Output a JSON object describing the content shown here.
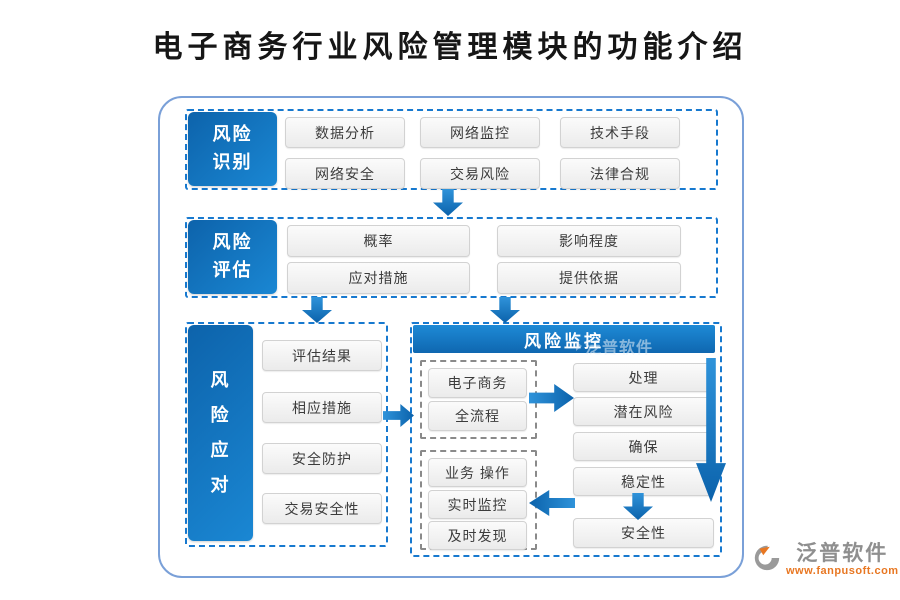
{
  "title": "电子商务行业风险管理模块的功能介绍",
  "sections": {
    "identify": {
      "label": [
        "风险",
        "识别"
      ],
      "items": [
        "数据分析",
        "网络监控",
        "技术手段",
        "网络安全",
        "交易风险",
        "法律合规"
      ]
    },
    "assess": {
      "label": [
        "风险",
        "评估"
      ],
      "items": [
        "概率",
        "影响程度",
        "应对措施",
        "提供依据"
      ]
    },
    "respond": {
      "label": [
        "风",
        "险",
        "应",
        "对"
      ],
      "items": [
        "评估结果",
        "相应措施",
        "安全防护",
        "交易安全性"
      ]
    },
    "monitor": {
      "title": "风险监控",
      "watermark": "泛普软件",
      "group1": [
        "电子商务",
        "全流程"
      ],
      "chain": [
        "处理",
        "潜在风险",
        "确保",
        "稳定性"
      ],
      "result": "安全性",
      "group2": [
        "业务 操作",
        "实时监控",
        "及时发现"
      ]
    }
  },
  "branding": {
    "name": "泛普软件",
    "url": "www.fanpusoft.com"
  },
  "colors": {
    "accent_blue": "#1779cf",
    "label_gradient_start": "#0d63ab",
    "label_gradient_end": "#1a87d3",
    "frame_border": "#7aa0d8",
    "gray_dash": "#8a8a8a",
    "node_border": "#d2d2d2",
    "brand_gray": "#8f8f8f",
    "brand_orange": "#e87722"
  }
}
